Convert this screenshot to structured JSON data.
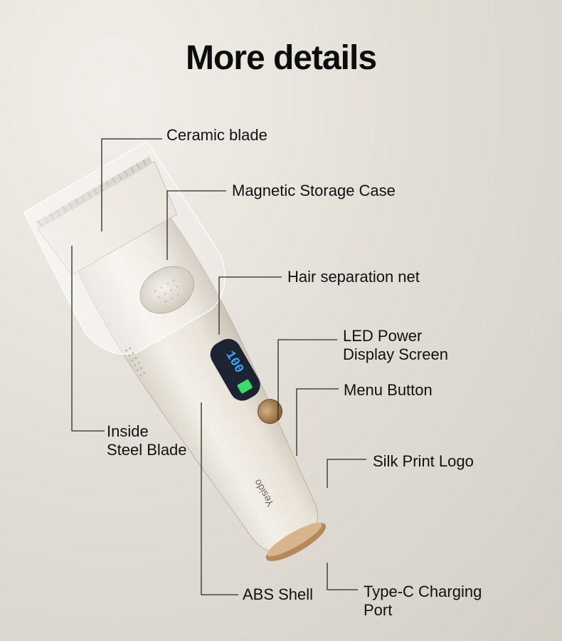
{
  "title": "More details",
  "labels": {
    "ceramic_blade": "Ceramic blade",
    "magnetic_case": "Magnetic Storage Case",
    "hair_net": "Hair separation net",
    "led_line1": "LED Power",
    "led_line2": "Display Screen",
    "menu_button": "Menu Button",
    "silk_logo": "Silk Print Logo",
    "inside_line1": "Inside",
    "inside_line2": "Steel Blade",
    "abs_shell": "ABS Shell",
    "typec_line1": "Type-C Charging",
    "typec_line2": "Port"
  },
  "display": {
    "value": "100"
  },
  "brand_logo": "Yesido",
  "colors": {
    "body": "#ece7de",
    "screen": "#1b2430",
    "digits": "#38a9ff",
    "battery": "#3ddc6a",
    "accent": "#b98c5a"
  }
}
